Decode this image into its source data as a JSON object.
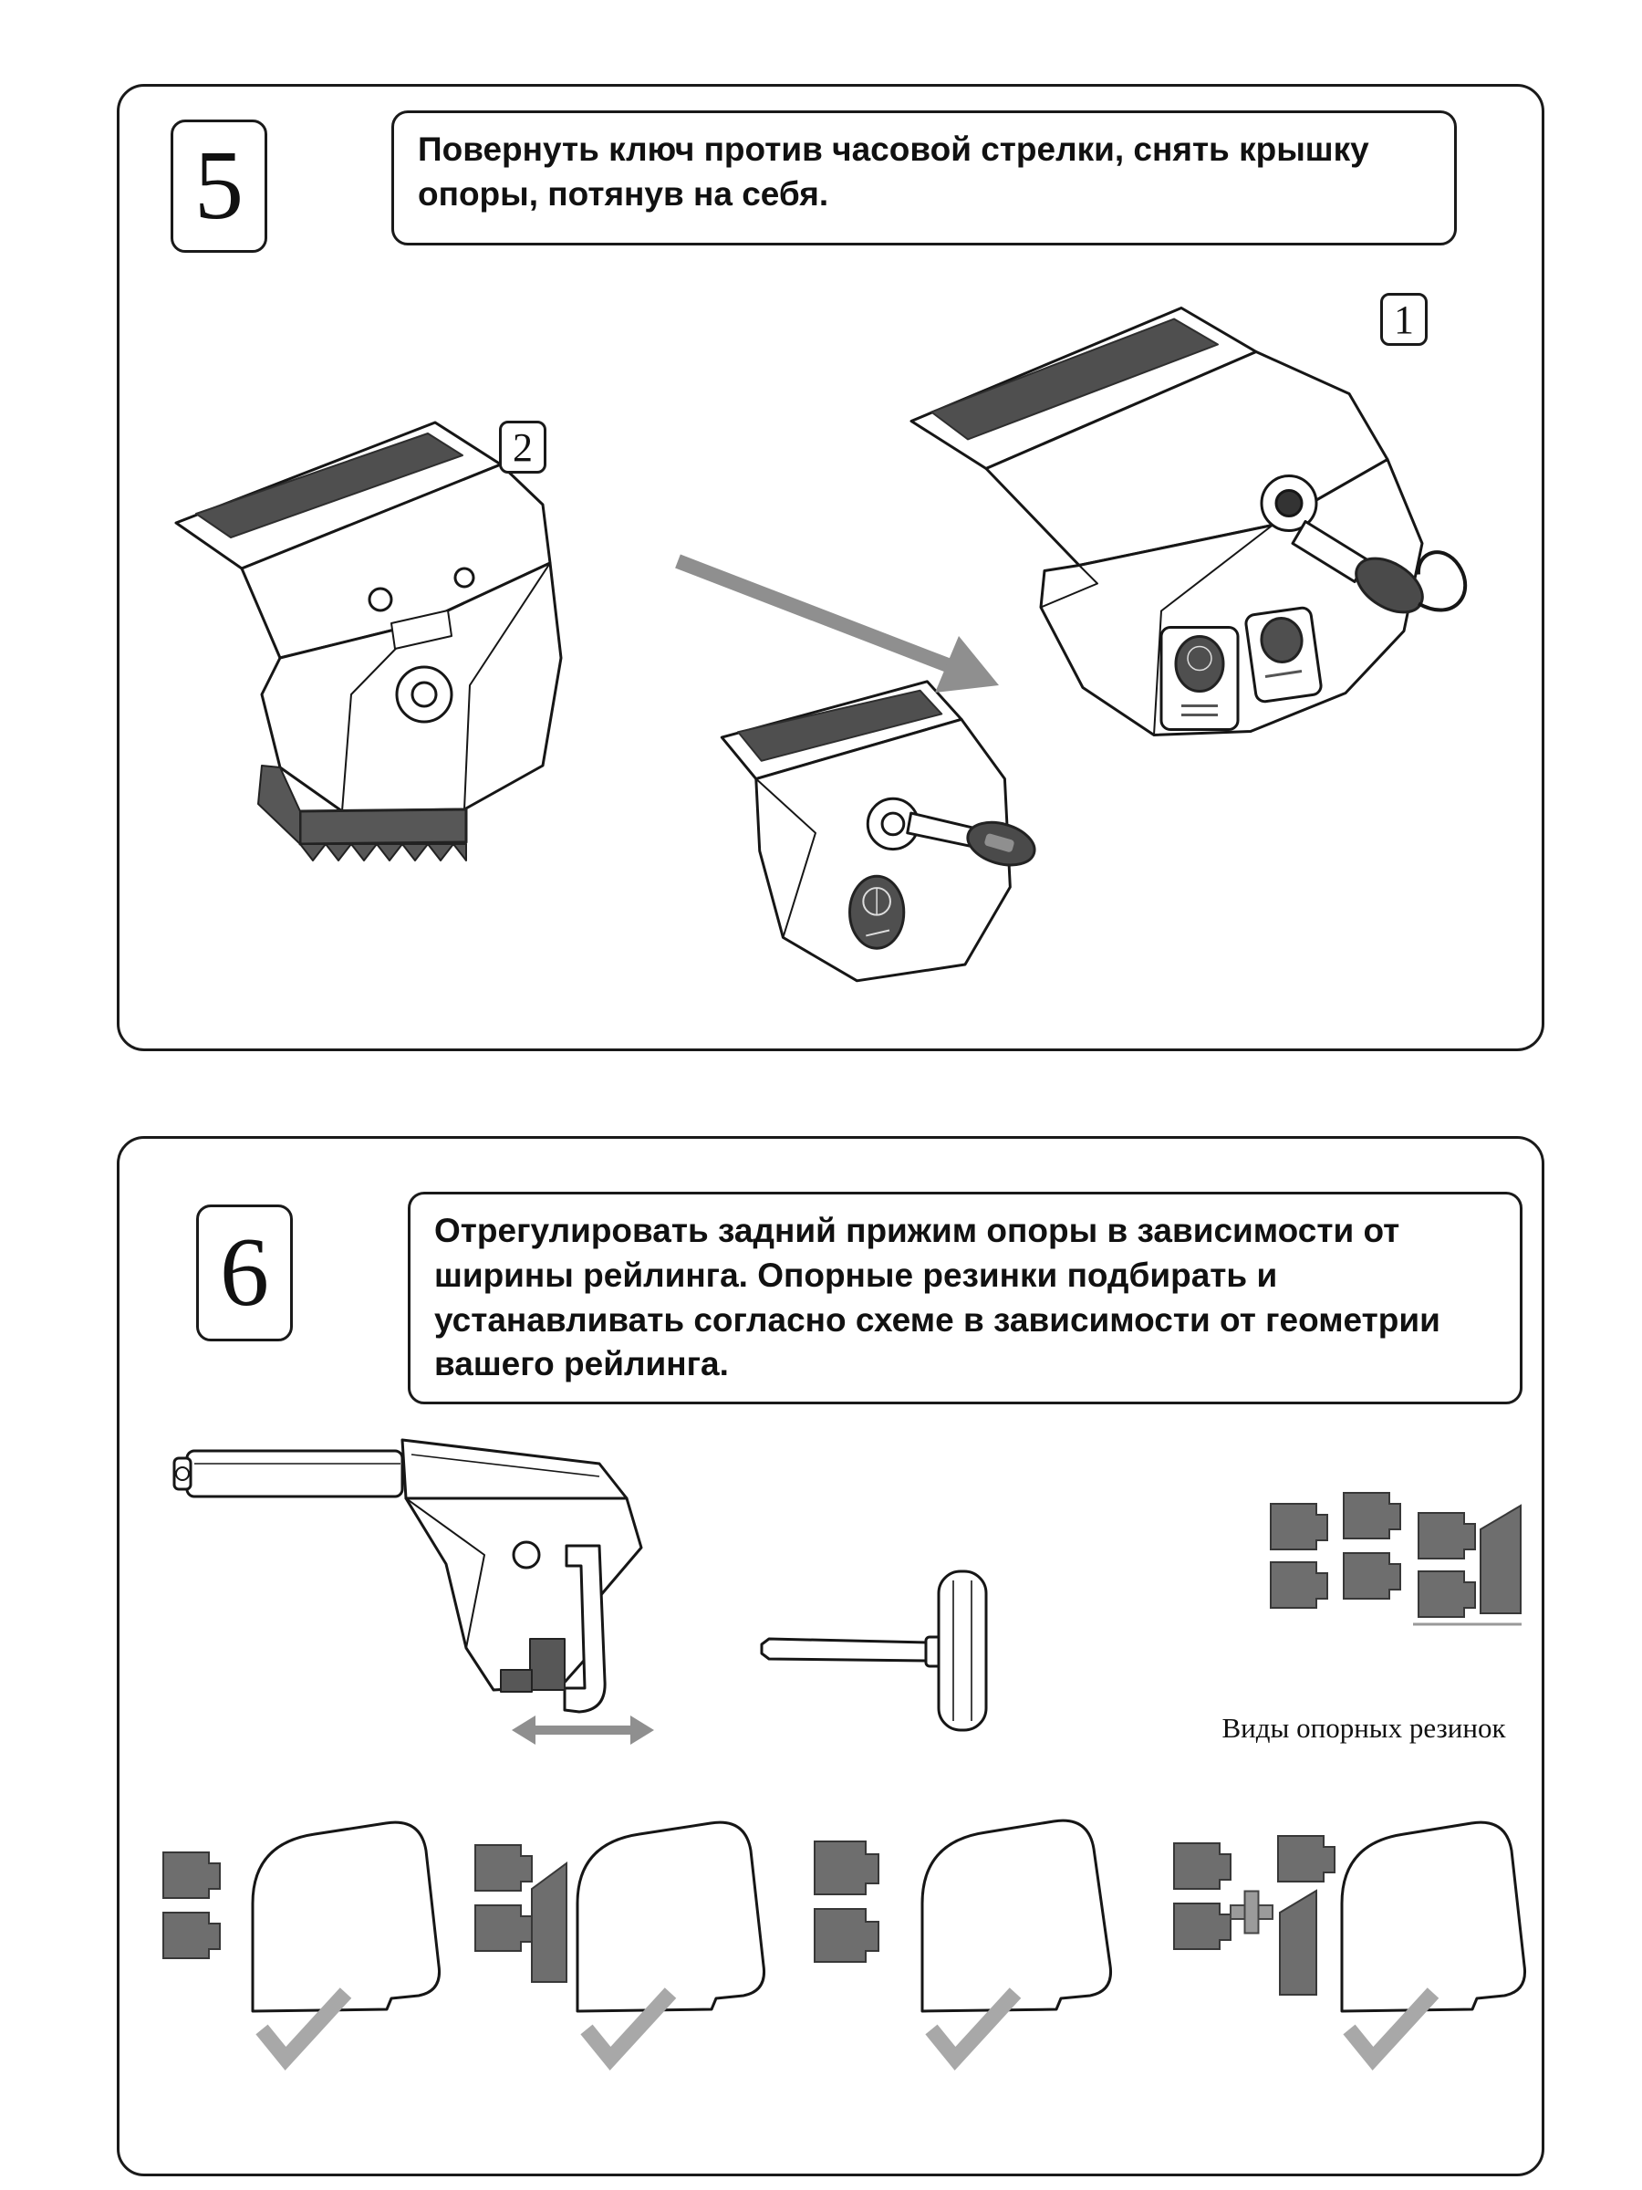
{
  "page": {
    "background": "#ffffff",
    "language": "ru"
  },
  "step5": {
    "number": "5",
    "instruction": "Повернуть ключ  против часовой стрелки, снять крышку опоры, потянув на себя.",
    "figure_labels": {
      "left_figure": "2",
      "right_figure": "1"
    }
  },
  "step6": {
    "number": "6",
    "instruction": "Отрегулировать задний прижим опоры в зависимости от ширины рейлинга. Опорные резинки подбирать и устанавливать согласно схеме в зависимости от геометрии вашего рейлинга.",
    "pads_caption": "Виды опорных резинок"
  },
  "icons": {
    "checkmark": "✓",
    "plus": "+",
    "transition_arrow": "→",
    "width_adjust_arrow": "↔"
  },
  "colors": {
    "outline": "#1a1a1a",
    "dark_part": "#575757",
    "pad_gray": "#6e6e6e",
    "arrow_gray": "#8f8f8f",
    "checkmark_gray": "#a8a8a8",
    "background": "#ffffff"
  }
}
